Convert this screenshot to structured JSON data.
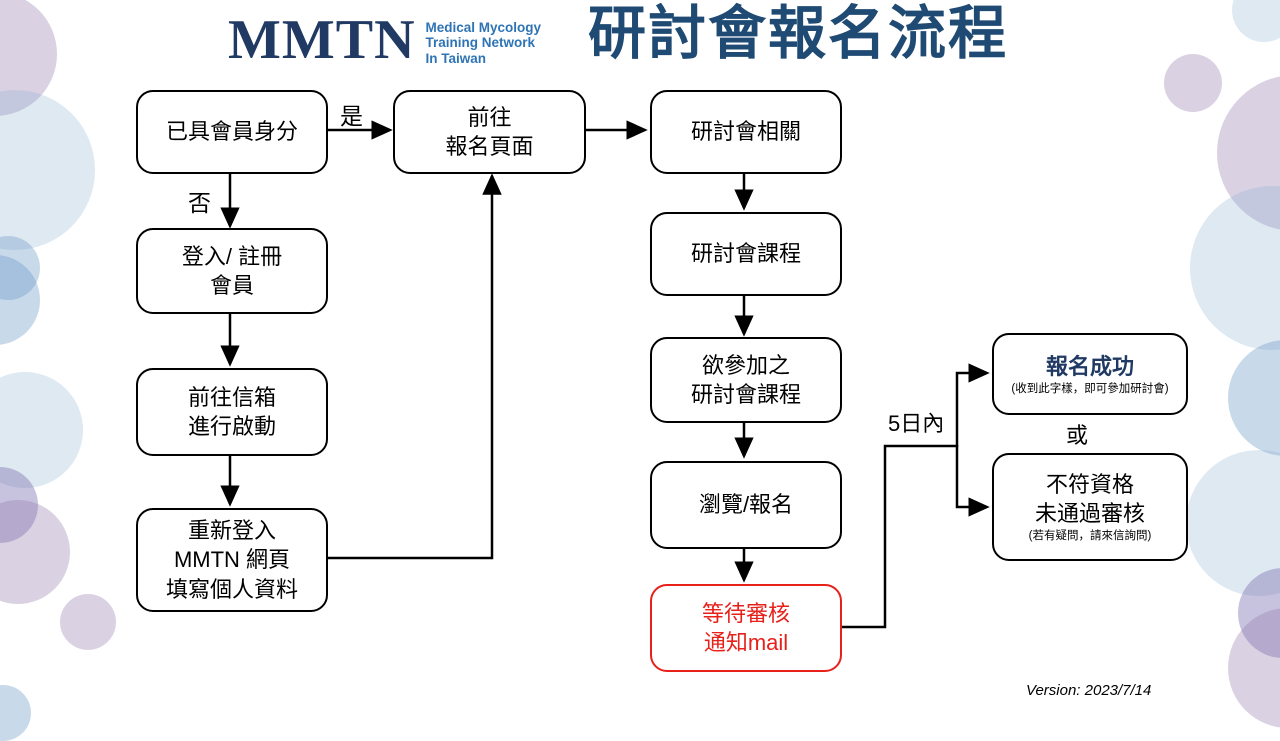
{
  "header": {
    "logo": {
      "text": "MMTN",
      "subtitle_lines": [
        "Medical Mycology",
        "Training Network",
        "In Taiwan"
      ]
    },
    "title": "研討會報名流程"
  },
  "flow": {
    "boxes": {
      "member": {
        "lines": [
          "已具會員身分"
        ]
      },
      "goto_reg": {
        "lines": [
          "前往",
          "報名頁面"
        ]
      },
      "seminar_related": {
        "lines": [
          "研討會相關"
        ]
      },
      "login_register": {
        "lines": [
          "登入/ 註冊",
          "會員"
        ]
      },
      "seminar_course": {
        "lines": [
          "研討會課程"
        ]
      },
      "mailbox": {
        "lines": [
          "前往信箱",
          "進行啟動"
        ]
      },
      "desired_course": {
        "lines": [
          "欲參加之",
          "研討會課程"
        ]
      },
      "relogin": {
        "lines": [
          "重新登入",
          "MMTN 網頁",
          "填寫個人資料"
        ]
      },
      "browse_register": {
        "lines": [
          "瀏覽/報名"
        ]
      },
      "wait_review": {
        "lines": [
          "等待審核",
          "通知mail"
        ]
      },
      "success": {
        "title": "報名成功",
        "note": "(收到此字樣，即可參加研討會)"
      },
      "fail": {
        "lines": [
          "不符資格",
          "未通過審核"
        ],
        "note": "(若有疑問，請來信詢問)"
      }
    },
    "labels": {
      "yes": "是",
      "no": "否",
      "or": "或",
      "within_5_days": "5日內"
    }
  },
  "footer": {
    "version": "Version: 2023/7/14"
  },
  "colors": {
    "title_navy": "#1F4A73",
    "logo_navy": "#203A64",
    "logo_blue": "#2E74B5",
    "alert_red": "#E8201A"
  }
}
